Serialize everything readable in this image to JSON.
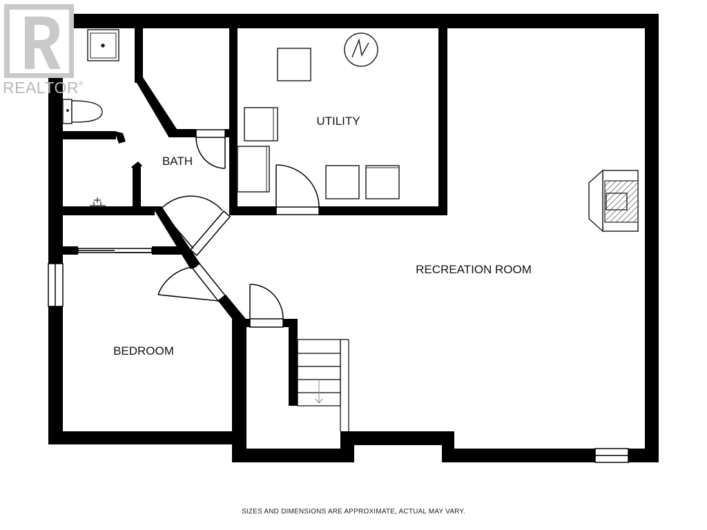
{
  "colors": {
    "wall": "#000000",
    "fixture": "#222222",
    "logo": "#c9c9c9",
    "background": "#ffffff"
  },
  "rooms": {
    "utility": "UTILITY",
    "bath": "BATH",
    "recreation_room": "RECREATION ROOM",
    "bedroom": "BEDROOM"
  },
  "logo": {
    "text": "REALTOR",
    "mark": "®"
  },
  "footer": {
    "disclaimer": "SIZES AND DIMENSIONS ARE APPROXIMATE, ACTUAL MAY VARY."
  }
}
